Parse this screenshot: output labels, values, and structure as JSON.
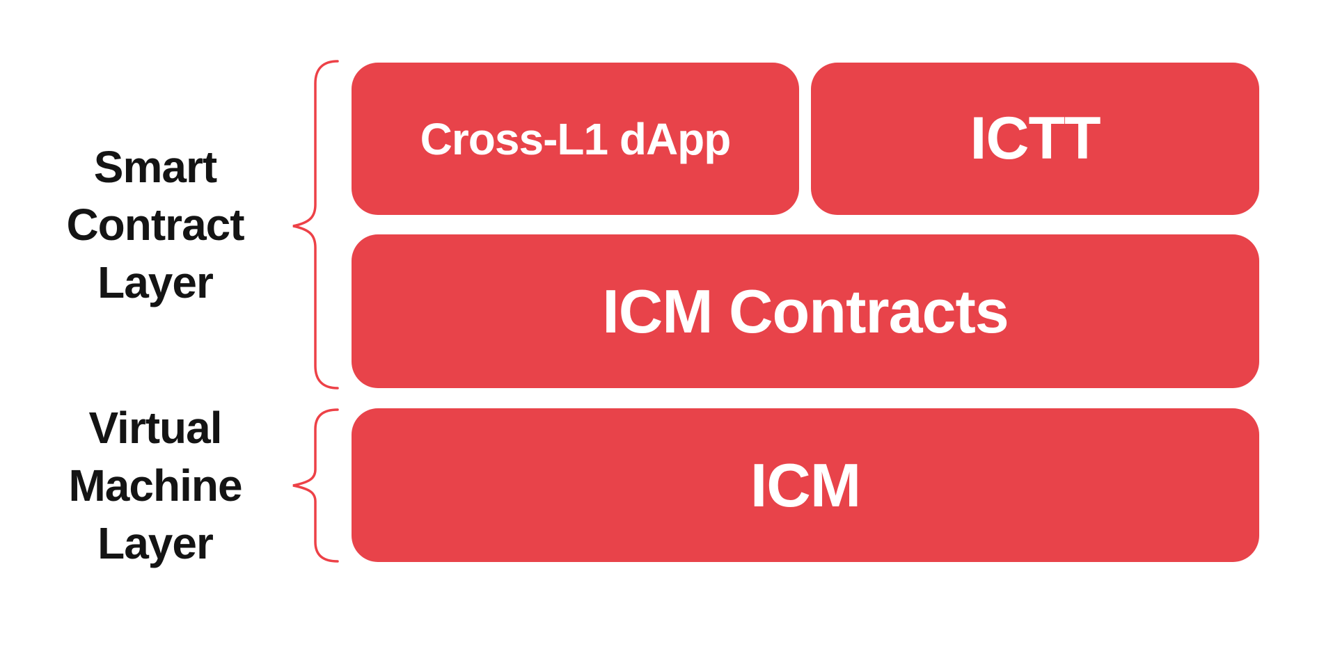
{
  "colors": {
    "box_fill": "#E8434A",
    "box_text": "#FFFFFF",
    "brace_stroke": "#ED4147",
    "label_text": "#141414",
    "background": "#FFFFFF"
  },
  "layers": {
    "smart_contract": {
      "label_lines": [
        "Smart",
        "Contract",
        "Layer"
      ]
    },
    "virtual_machine": {
      "label_lines": [
        "Virtual",
        "Machine",
        "Layer"
      ]
    }
  },
  "boxes": {
    "cross_l1_dapp": "Cross-L1 dApp",
    "ictt": "ICTT",
    "icm_contracts": "ICM Contracts",
    "icm": "ICM"
  }
}
